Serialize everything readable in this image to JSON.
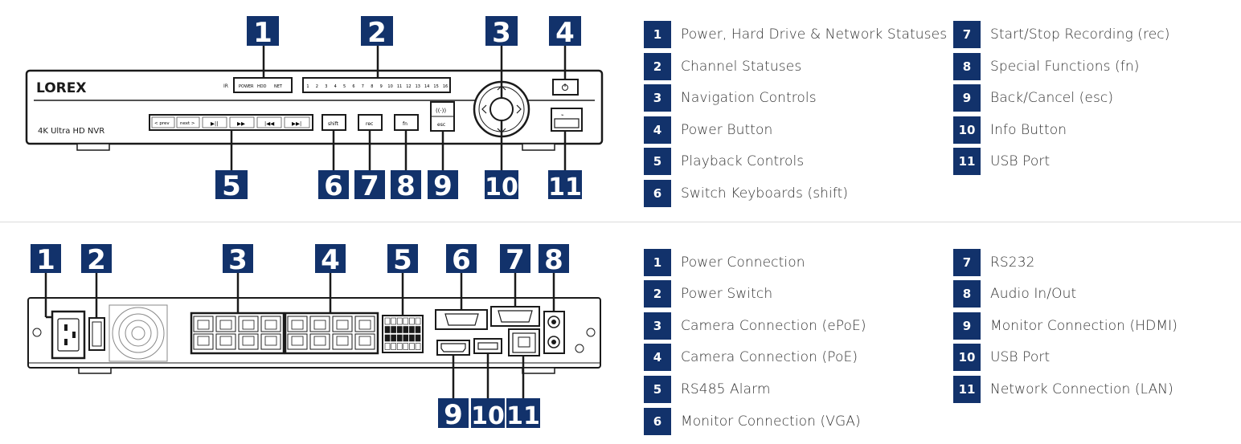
{
  "front": {
    "brand": "LOREX",
    "model": "4K Ultra HD NVR",
    "ir_label": "IR",
    "status_leds": [
      "POWER",
      "HDD",
      "NET"
    ],
    "channel_numbers": [
      "1",
      "2",
      "3",
      "4",
      "5",
      "6",
      "7",
      "8",
      "9",
      "10",
      "11",
      "12",
      "13",
      "14",
      "15",
      "16"
    ],
    "buttons": [
      "< prev",
      "next >",
      "▶||",
      "▶▶",
      "|◀◀",
      "▶▶|",
      "shift",
      "rec",
      "fn",
      "esc"
    ],
    "callouts": [
      "1",
      "2",
      "3",
      "4",
      "5",
      "6",
      "7",
      "8",
      "9",
      "10",
      "11"
    ],
    "legend_left": [
      {
        "num": "1",
        "label": "Power, Hard Drive & Network Statuses"
      },
      {
        "num": "2",
        "label": "Channel Statuses"
      },
      {
        "num": "3",
        "label": "Navigation Controls"
      },
      {
        "num": "4",
        "label": "Power Button"
      },
      {
        "num": "5",
        "label": "Playback Controls"
      },
      {
        "num": "6",
        "label": "Switch Keyboards (shift)"
      }
    ],
    "legend_right": [
      {
        "num": "7",
        "label": "Start/Stop Recording (rec)"
      },
      {
        "num": "8",
        "label": "Special Functions (fn)"
      },
      {
        "num": "9",
        "label": "Back/Cancel (esc)"
      },
      {
        "num": "10",
        "label": "Info Button"
      },
      {
        "num": "11",
        "label": "USB Port"
      }
    ]
  },
  "back": {
    "callouts": [
      "1",
      "2",
      "3",
      "4",
      "5",
      "6",
      "7",
      "8",
      "9",
      "10",
      "11"
    ],
    "legend_left": [
      {
        "num": "1",
        "label": "Power Connection"
      },
      {
        "num": "2",
        "label": "Power Switch"
      },
      {
        "num": "3",
        "label": "Camera Connection (ePoE)"
      },
      {
        "num": "4",
        "label": "Camera Connection (PoE)"
      },
      {
        "num": "5",
        "label": "RS485 Alarm"
      },
      {
        "num": "6",
        "label": "Monitor Connection (VGA)"
      }
    ],
    "legend_right": [
      {
        "num": "7",
        "label": "RS232"
      },
      {
        "num": "8",
        "label": "Audio In/Out"
      },
      {
        "num": "9",
        "label": "Monitor Connection (HDMI)"
      },
      {
        "num": "10",
        "label": "USB Port"
      },
      {
        "num": "11",
        "label": "Network Connection (LAN)"
      }
    ]
  },
  "colors": {
    "badge": "#12326b",
    "outline": "#1a1a1a"
  }
}
